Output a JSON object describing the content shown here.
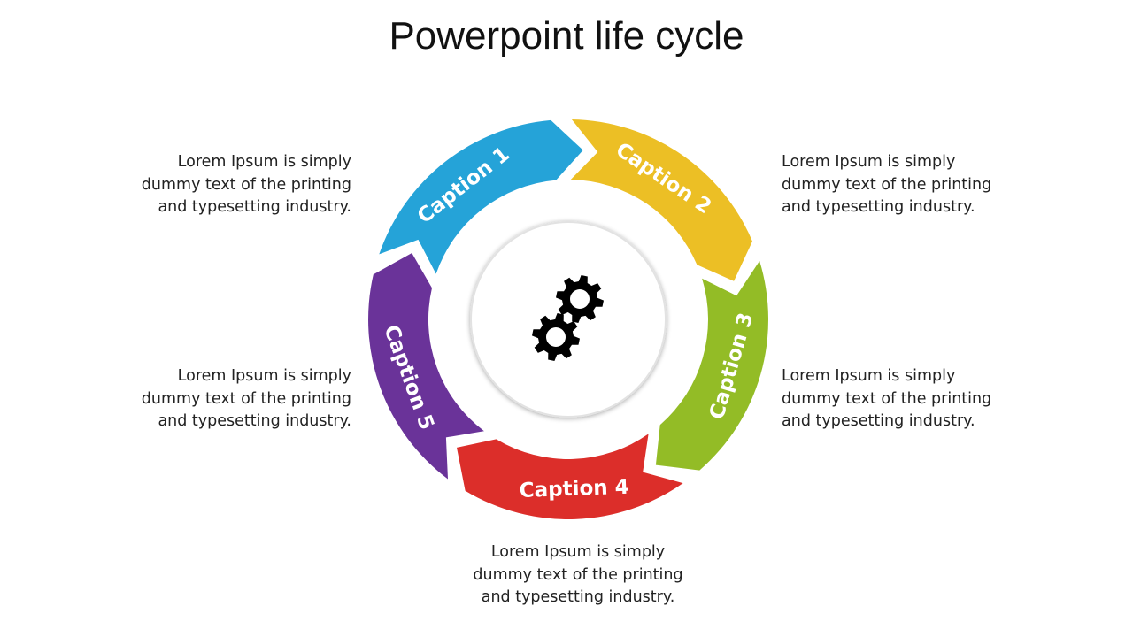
{
  "title": "Powerpoint life cycle",
  "segments": [
    {
      "caption": "Caption 1",
      "color": "#25a3d8"
    },
    {
      "caption": "Caption 2",
      "color": "#ecbf25"
    },
    {
      "caption": "Caption 3",
      "color": "#93bc26"
    },
    {
      "caption": "Caption 4",
      "color": "#dc2e2a"
    },
    {
      "caption": "Caption 5",
      "color": "#6a3399"
    }
  ],
  "descriptions": {
    "d1": [
      "Lorem Ipsum is simply",
      "dummy text of the printing",
      "and typesetting  industry."
    ],
    "d2": [
      "Lorem Ipsum is simply",
      "dummy text of the printing",
      "and typesetting  industry."
    ],
    "d3": [
      "Lorem Ipsum is simply",
      "dummy text of the printing",
      "and typesetting  industry."
    ],
    "d4": [
      "Lorem Ipsum is simply",
      "dummy text of the printing",
      "and typesetting  industry."
    ],
    "d5": [
      "Lorem Ipsum is simply",
      "dummy text of the printing",
      "and typesetting  industry."
    ]
  },
  "center_icon": "gears-icon"
}
